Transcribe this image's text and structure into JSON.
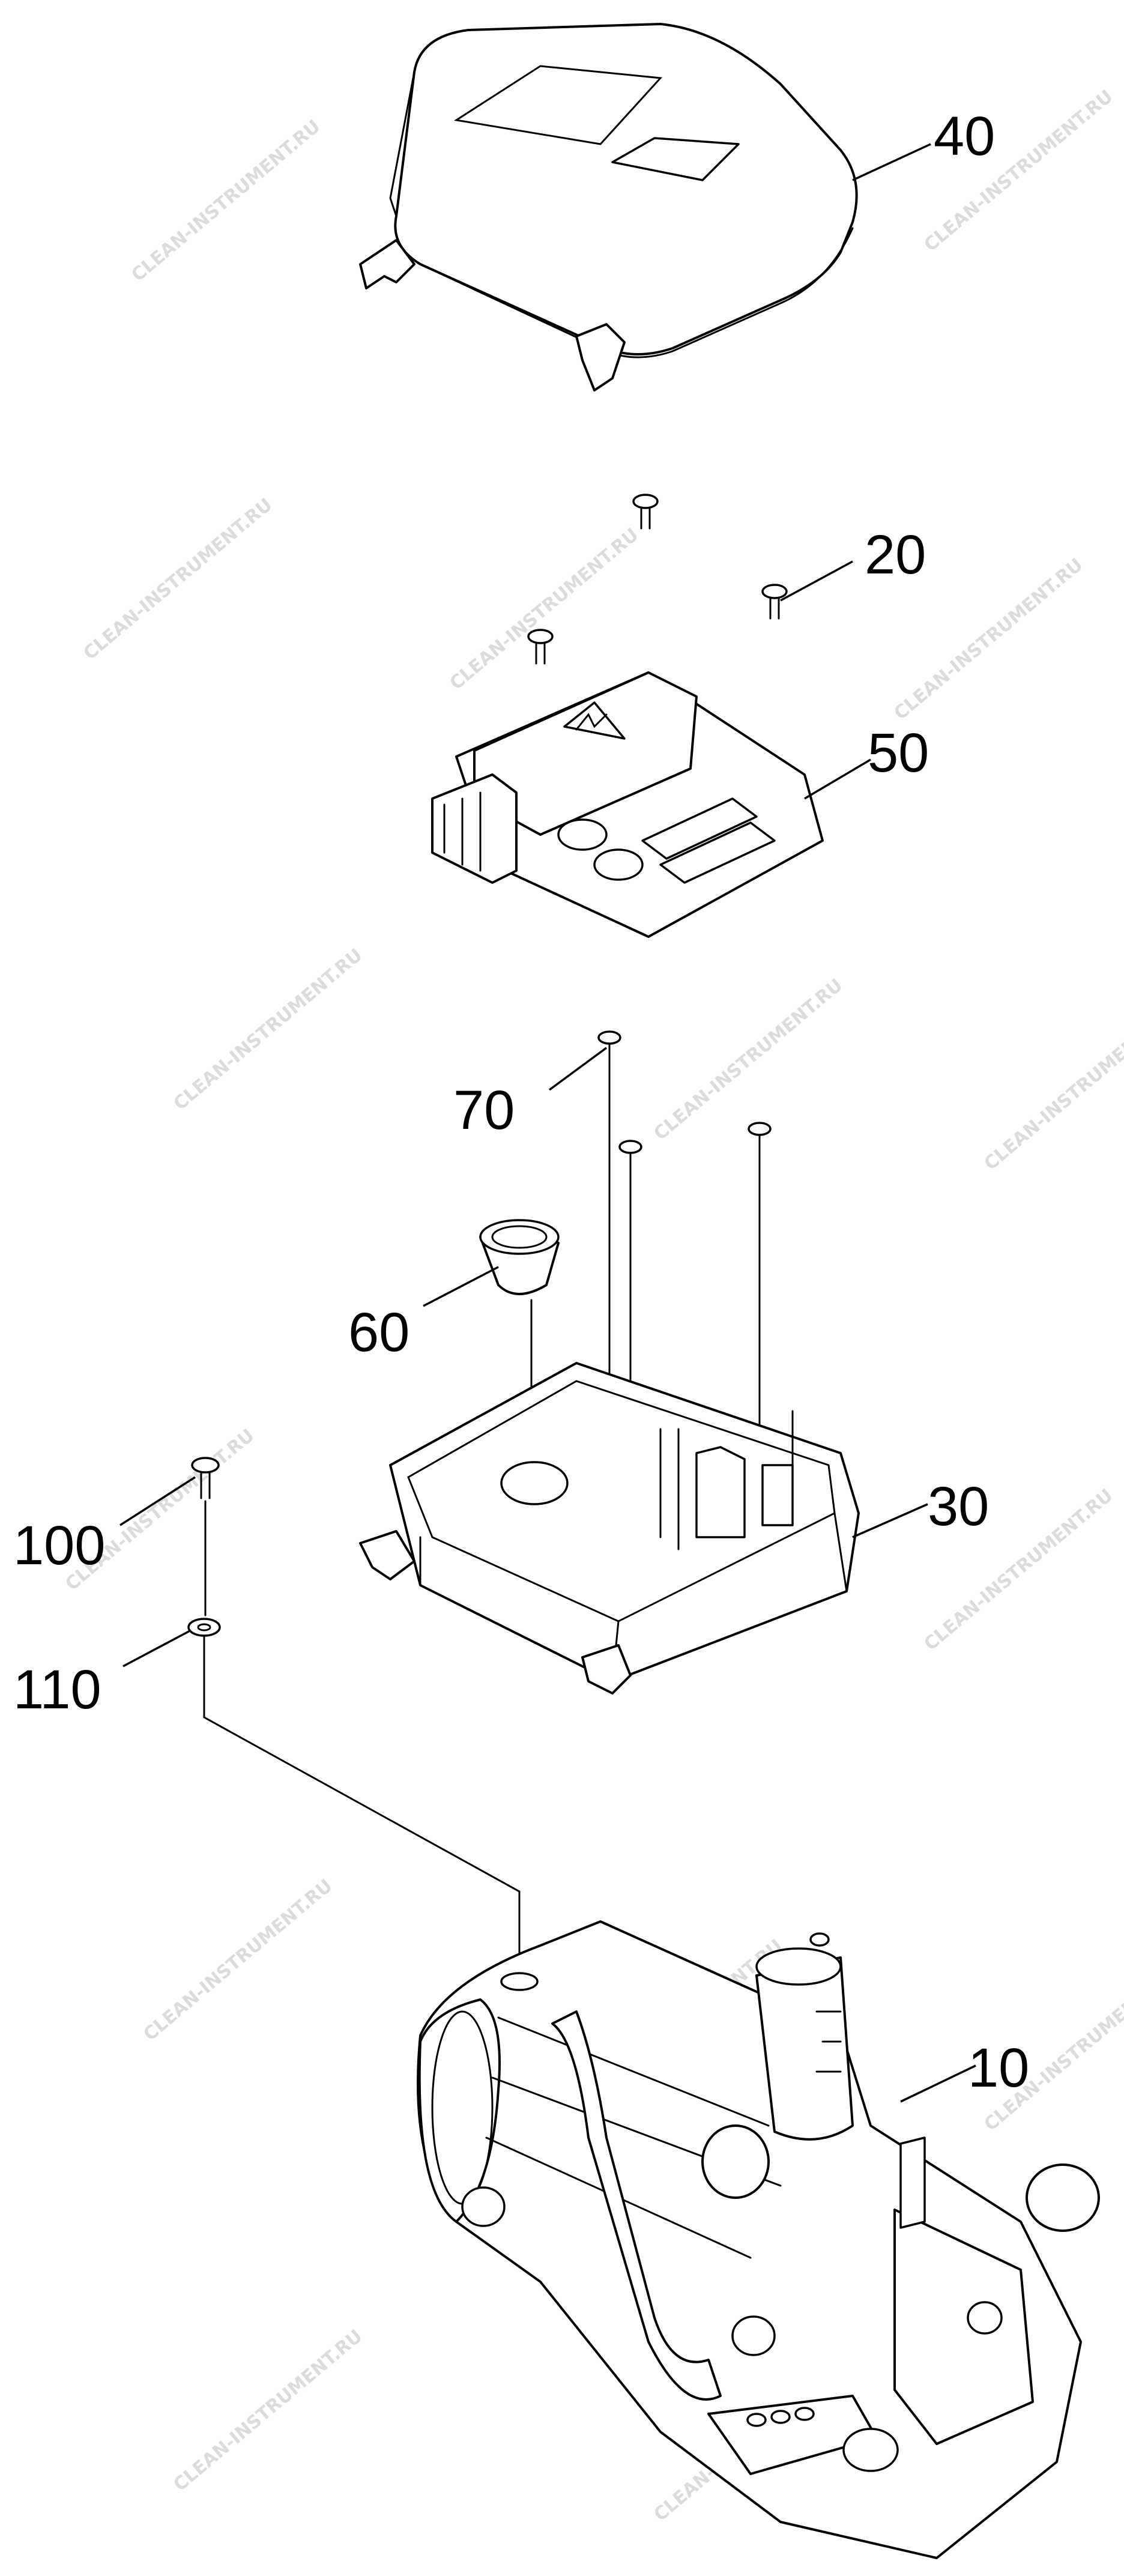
{
  "watermark": "CLEAN-INSTRUMENT.RU",
  "callouts": [
    {
      "id": "40",
      "label": "40"
    },
    {
      "id": "20",
      "label": "20"
    },
    {
      "id": "50",
      "label": "50"
    },
    {
      "id": "70",
      "label": "70"
    },
    {
      "id": "60",
      "label": "60"
    },
    {
      "id": "30",
      "label": "30"
    },
    {
      "id": "100",
      "label": "100"
    },
    {
      "id": "110",
      "label": "110"
    },
    {
      "id": "10",
      "label": "10"
    }
  ]
}
